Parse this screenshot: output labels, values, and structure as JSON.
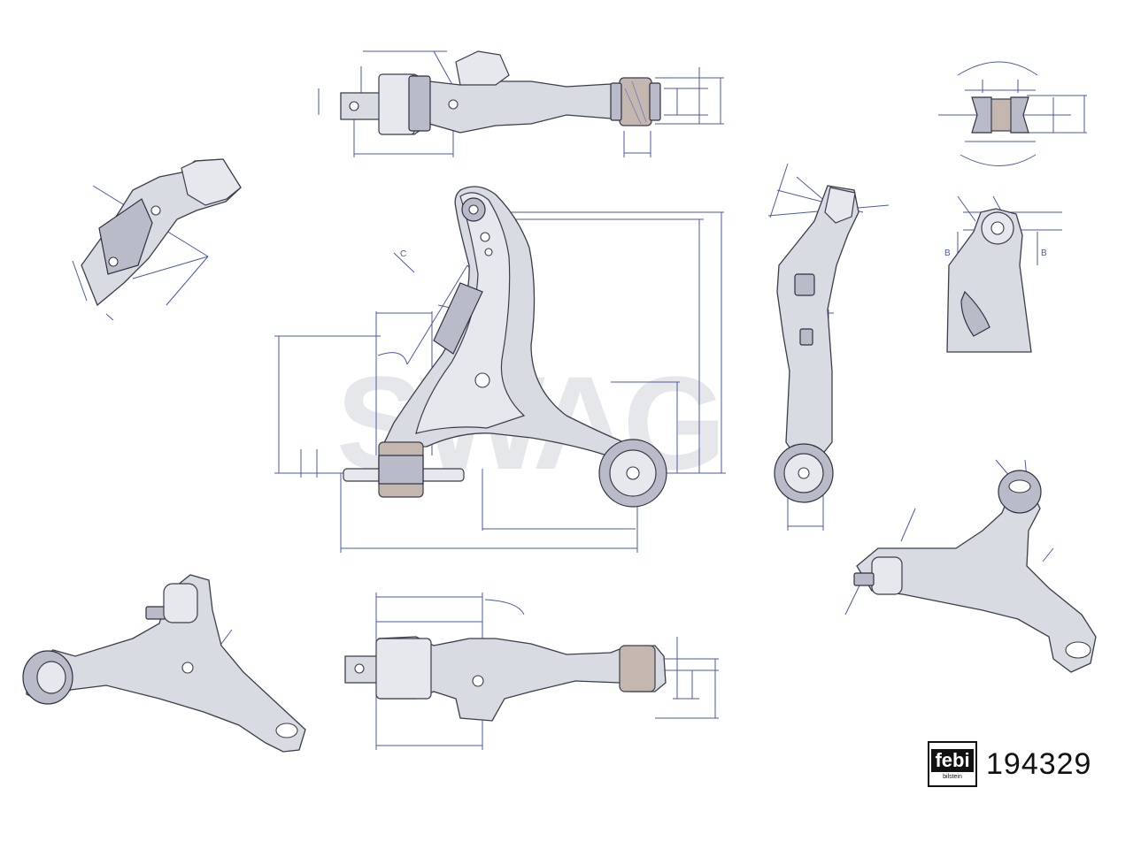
{
  "watermark": {
    "text": "SWAG"
  },
  "brand": {
    "logo_text": "febi",
    "logo_subtext": "bilstein"
  },
  "part": {
    "number": "194329"
  },
  "annotations": {
    "view_marker": "C",
    "section_left": "B",
    "section_right": "B"
  },
  "colors": {
    "dimension": "#4a5aa8",
    "part_fill": "#d9dbe3",
    "outline": "#3b3d4a",
    "bushing": "#c3b7b0"
  },
  "icons": {
    "brand": "febi-logo-icon"
  }
}
